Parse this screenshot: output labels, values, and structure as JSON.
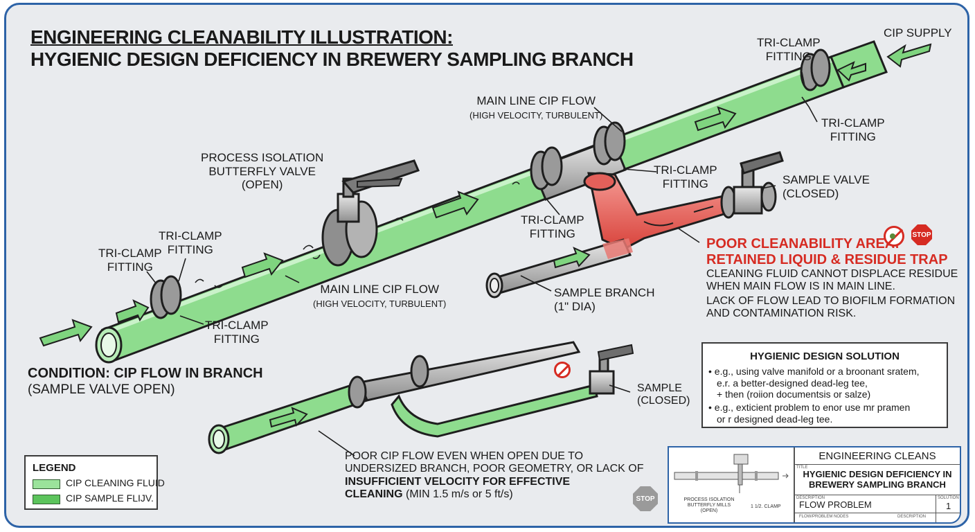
{
  "header": {
    "title_line1": "ENGINEERING CLEANABILITY ILLUSTRATION:",
    "title_line2": "HYGIENIC DESIGN DEFICIENCY IN BREWERY SAMPLING BRANCH"
  },
  "labels": {
    "cip_supply": "CIP SUPPLY",
    "tri_clamp": "TRI-CLAMP",
    "fitting": "FITTING",
    "main_flow_title": "MAIN LINE CIP FLOW",
    "main_flow_sub": "(HIGH VELOCITY, TURBULENT)",
    "butterfly_1": "PROCESS ISOLATION",
    "butterfly_2": "BUTTERFLY VALVE",
    "butterfly_3": "(OPEN)",
    "sample_valve_1": "SAMPLE VALVE",
    "sample_valve_2": "(CLOSED)",
    "sample_branch_1": "SAMPLE BRANCH",
    "sample_branch_2": "(1\" DIA)",
    "sample_closed_1": "SAMPLE",
    "sample_closed_2": "(CLOSED)"
  },
  "problem": {
    "title_1": "POOR CLEANABILITY AREA:",
    "title_2": "RETAINED LIQUID & RESIDUE TRAP",
    "desc_1": "CLEANING FLUID CANNOT DISPLACE RESIDUE",
    "desc_2": "WHEN MAIN FLOW IS IN MAIN LINE.",
    "desc_3": "LACK OF FLOW LEAD TO BIOFILM FORMATION",
    "desc_4": "AND CONTAMINATION RISK.",
    "stop_label": "STOP"
  },
  "condition": {
    "line1": "CONDITION: CIP FLOW IN BRANCH",
    "line2": "(SAMPLE VALVE OPEN)"
  },
  "poor_flow": {
    "line1": "POOR CIP FLOW EVEN WHEN OPEN DUE TO",
    "line2": "UNDERSIZED BRANCH, POOR GEOMETRY, OR LACK OF",
    "line3_bold": "INSUFFICIENT VELOCITY FOR EFFECTIVE",
    "line4_bold": "CLEANING",
    "line4_rest": " (MIN 1.5 m/s or 5 ft/s)"
  },
  "solution": {
    "title": "HYGIENIC DESIGN SOLUTION",
    "item1_l1": "• e.g., using valve manifold or a broonant sratem,",
    "item1_l2": "e.r. a better-designed dead-leg tee,",
    "item1_l3": "+ then (roiion documentsis or salze)",
    "item2_l1": "• e.g., exticient problem to enor use mr pramen",
    "item2_l2": "or r designed dead-leg tee."
  },
  "legend": {
    "title": "LEGEND",
    "item1": "CIP CLEANING FLUID",
    "item2": "CIP SAMPLE FLIJV.",
    "color1": "#9be39b",
    "color2": "#5cc45c"
  },
  "title_block": {
    "company": "ENGINEERING CLEANS",
    "title_caption": "TITLE",
    "title_1": "HYGIENIC DESIGN DEFICIENCY IN",
    "title_2": "BREWERY SAMPLING BRANCH",
    "desc_caption": "DESCRIPTION",
    "desc_value": "FLOW PROBLEM",
    "sol_caption": "SOLUTION",
    "sol_value": "1",
    "foot_left": "FLOW/PROBLEM NODES",
    "foot_right": "DESCRIPTION",
    "thumb_label_1": "PROCESS ISOLATION",
    "thumb_label_2": "BUTTERFLY MILLS",
    "thumb_label_3": "(OPEN)",
    "thumb_clamp": "1 1/2. CLAMP",
    "stop_label": "STOP"
  },
  "colors": {
    "frame": "#2d63a7",
    "background": "#e9ebee",
    "cip_green": "#9be39b",
    "arrow_green": "#66cc66",
    "trap_red": "#e8554e",
    "stop_red": "#d62b22"
  }
}
